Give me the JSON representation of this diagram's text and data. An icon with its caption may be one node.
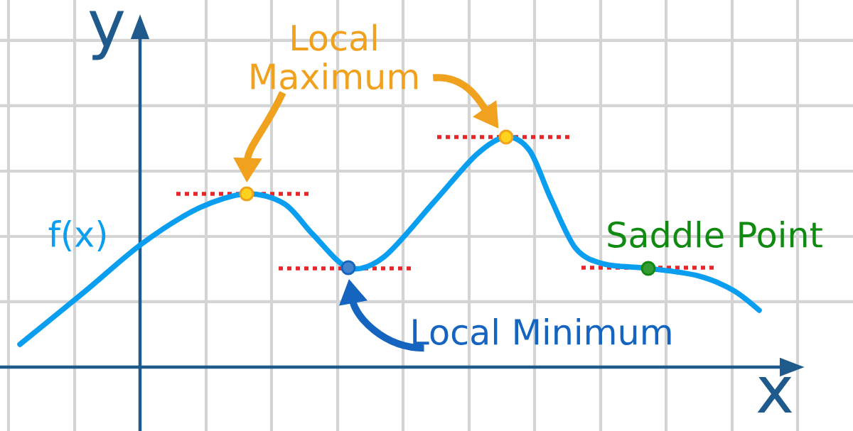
{
  "diagram": {
    "nodes": [
      {
        "text": [
          "Local Maximum"
        ]
      },
      {
        "text": [],
        "shape": "circle"
      },
      {
        "text": [],
        "shape": "circle"
      },
      {
        "text": [],
        "shape": "circle"
      },
      {
        "text": [
          "Local Minimum"
        ]
      },
      {
        "text": [
          "Saddle Point"
        ]
      },
      {
        "text": [],
        "shape": "circle"
      }
    ],
    "edges": [
      {
        "from": 0,
        "to": 1,
        "arrow": "to"
      },
      {
        "from": 0,
        "to": 2,
        "arrow": "to"
      },
      {
        "from": 4,
        "to": 3,
        "arrow": "to",
        "color": "#1565c0"
      }
    ],
    "labels": [
      "y",
      "f(x)",
      "x"
    ]
  }
}
